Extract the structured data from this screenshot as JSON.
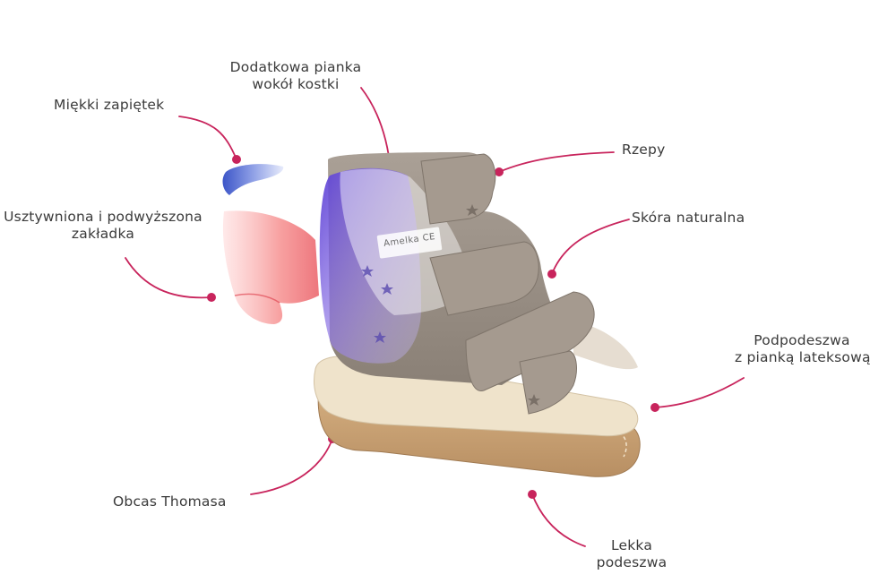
{
  "colors": {
    "leader": "#c8245c",
    "leather": "#9e9389",
    "leather_dark": "#857a70",
    "inner_lining": "#e4ddd3",
    "insole": "#efe2c8",
    "midsole": "#d7b98e",
    "outsole": "#c9a276",
    "heel_counter": "#7b5ce0",
    "stiffener": "#f06a6a",
    "cushion": "#6d7fd6",
    "label_text": "#3a3a3a"
  },
  "labels": {
    "miekki_zapietek": "Miękki zapiętek",
    "dodatkowa_pianka": "Dodatkowa pianka\nwokół kostki",
    "rzepy": "Rzepy",
    "usztywniona": "Usztywniona i podwyższona\nzakładka",
    "skora": "Skóra naturalna",
    "podpodeszwa": "Podpodeszwa\nz pianką lateksową",
    "obcas": "Obcas Thomasa",
    "lekka": "Lekka\npodeszwa"
  },
  "tag_text": "Amelka CE"
}
